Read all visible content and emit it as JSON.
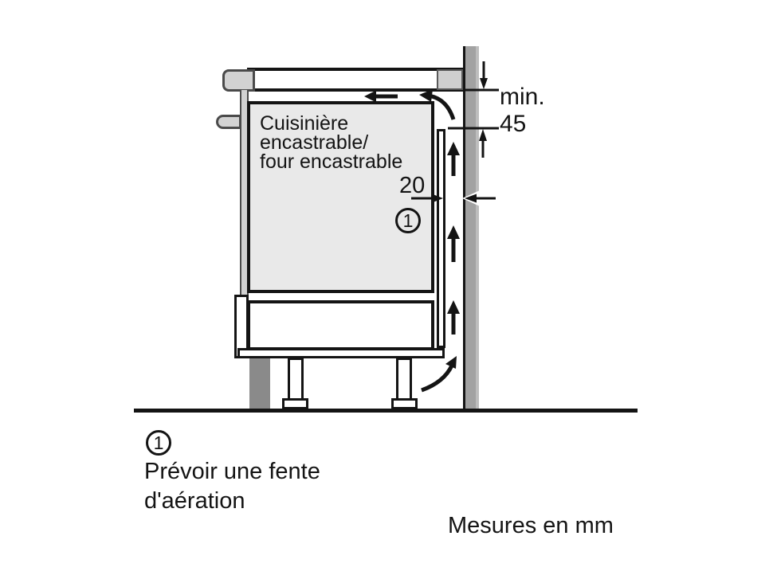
{
  "diagram": {
    "appliance_label": {
      "line1": "Cuisinière",
      "line2": "encastrable/",
      "line3": "four encastrable"
    },
    "dimension_min": {
      "prefix": "min.",
      "value": "45"
    },
    "dimension_gap": {
      "value": "20"
    },
    "callout_marker": "1"
  },
  "legend": {
    "callout_marker": "1",
    "note_line1": "Prévoir une fente",
    "note_line2": "d'aération"
  },
  "footer": {
    "units_note": "Mesures en mm"
  },
  "colors": {
    "background": "#ffffff",
    "oven_fill": "#e9e9e9",
    "wall_fill": "#a2a2a2",
    "wall_edge": "#bdbdbd",
    "trim_fill": "#d2d2d2",
    "counter_cut_fill": "#cfcfcf",
    "plinth_dark": "#8a8a8a",
    "line": "#141414"
  }
}
